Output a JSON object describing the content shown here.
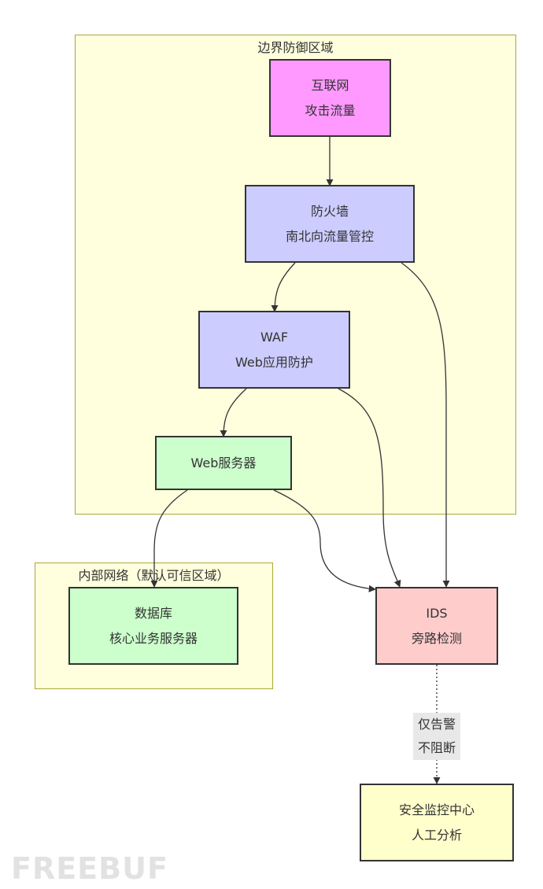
{
  "zones": {
    "boundary": {
      "title": "边界防御区域"
    },
    "internal": {
      "title": "内部网络（默认可信区域）"
    }
  },
  "nodes": {
    "internet": {
      "line1": "互联网",
      "line2": "攻击流量"
    },
    "firewall": {
      "line1": "防火墙",
      "line2": "南北向流量管控"
    },
    "waf": {
      "line1": "WAF",
      "line2": "Web应用防护"
    },
    "webserver": {
      "line1": "Web服务器"
    },
    "database": {
      "line1": "数据库",
      "line2": "核心业务服务器"
    },
    "ids": {
      "line1": "IDS",
      "line2": "旁路检测"
    },
    "soc": {
      "line1": "安全监控中心",
      "line2": "人工分析"
    }
  },
  "edge_labels": {
    "ids_to_soc": {
      "line1": "仅告警",
      "line2": "不阻断"
    }
  },
  "colors": {
    "zone_fill": "#ffffde",
    "zone_border": "#aaaa33",
    "internet_fill": "#ff99ff",
    "firewall_fill": "#ccccff",
    "waf_fill": "#ccccff",
    "webserver_fill": "#ccffcc",
    "database_fill": "#ccffcc",
    "ids_fill": "#ffcccc",
    "soc_fill": "#ffffcc",
    "edge_stroke": "#333333"
  },
  "watermark": "FREEBUF"
}
